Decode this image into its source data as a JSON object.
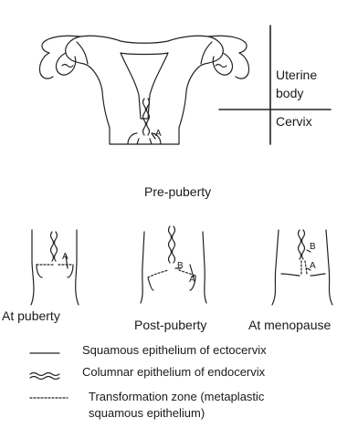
{
  "axis_labels": {
    "uterine_body_line1": "Uterine",
    "uterine_body_line2": "body",
    "cervix": "Cervix"
  },
  "stages": {
    "pre_puberty": "Pre-puberty",
    "at_puberty": "At puberty",
    "post_puberty": "Post-puberty",
    "at_menopause": "At menopause"
  },
  "markers": {
    "a": "A",
    "b": "B"
  },
  "legend": {
    "squamous": "Squamous epithelium of ectocervix",
    "columnar": "Columnar epithelium of endocervix",
    "transformation_line1": "Transformation zone (metaplastic",
    "transformation_line2": "squamous epithelium)"
  }
}
